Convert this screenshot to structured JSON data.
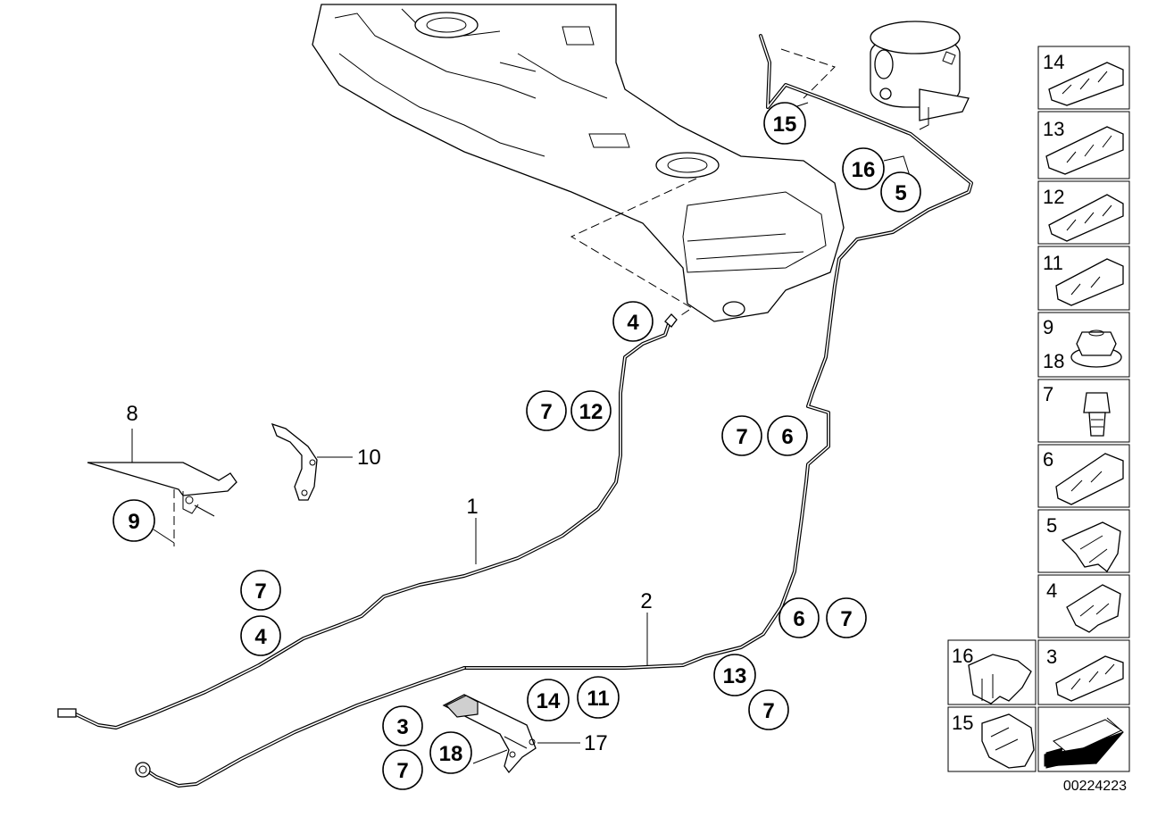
{
  "diagram": {
    "callouts": {
      "c_4_top": "4",
      "c_7_a": "7",
      "c_12": "12",
      "c_7_b": "7",
      "c_6_a": "6",
      "c_15": "15",
      "c_16": "16",
      "c_5": "5",
      "c_9": "9",
      "c_7_c": "7",
      "c_4_b": "4",
      "c_6_b": "6",
      "c_7_d": "7",
      "c_13": "13",
      "c_7_e": "7",
      "c_14": "14",
      "c_11": "11",
      "c_3": "3",
      "c_18": "18",
      "c_7_f": "7"
    },
    "line_labels": {
      "l_8": "8",
      "l_10": "10",
      "l_1": "1",
      "l_2": "2",
      "l_17": "17"
    }
  },
  "legend": {
    "right_column": [
      "14",
      "13",
      "12",
      "11",
      "9",
      "18",
      "7",
      "6",
      "5",
      "4",
      "3"
    ],
    "left_column": [
      "16",
      "15"
    ]
  },
  "doc_id": "00224223"
}
